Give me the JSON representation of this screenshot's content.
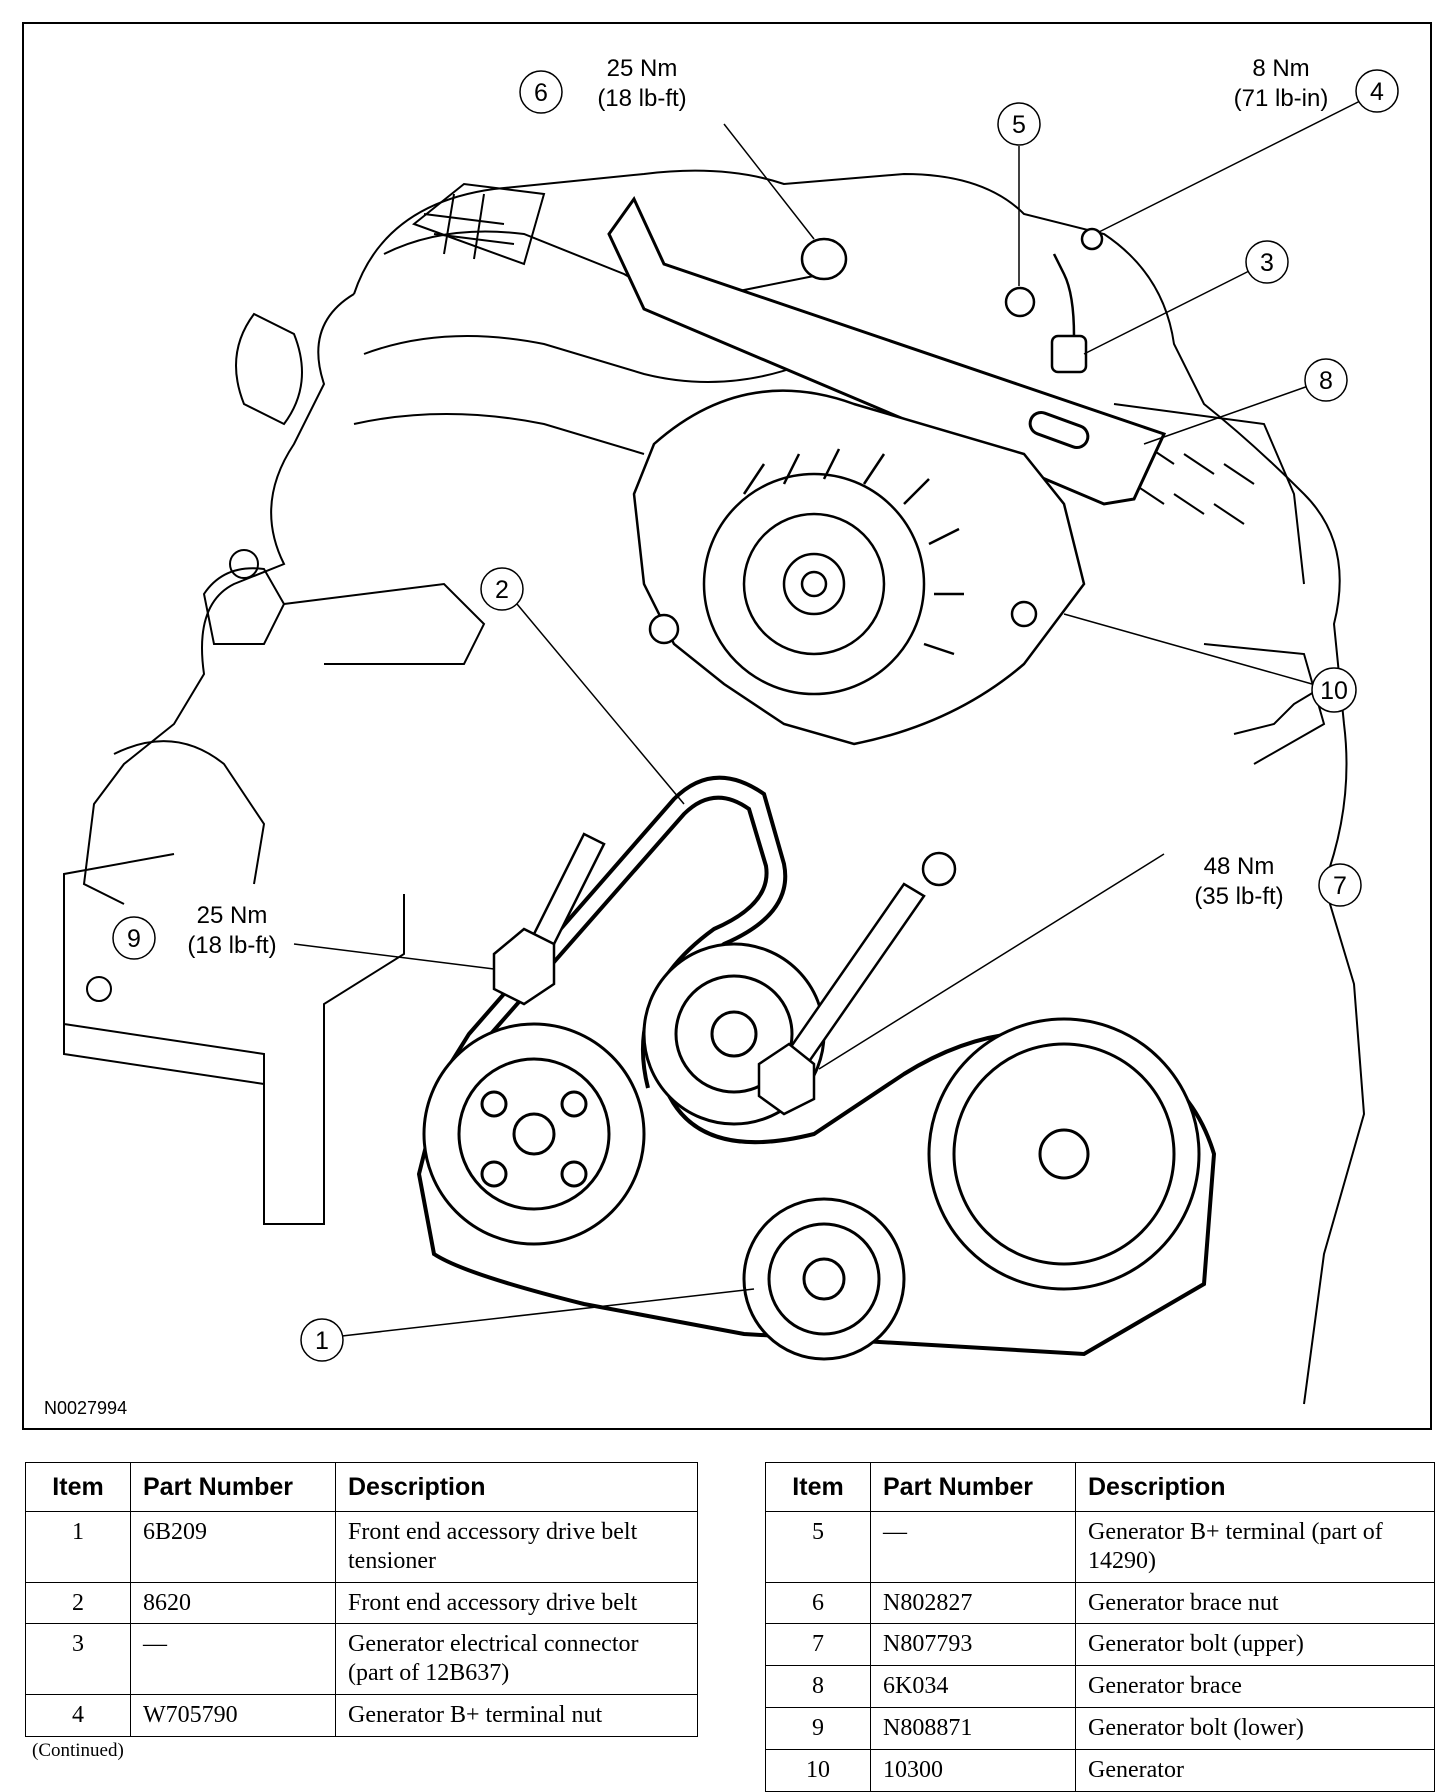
{
  "figure": {
    "figure_id": "N0027994",
    "callouts": [
      {
        "num": "1"
      },
      {
        "num": "2"
      },
      {
        "num": "3"
      },
      {
        "num": "4",
        "line1": "8 Nm",
        "line2": "(71 lb-in)"
      },
      {
        "num": "5"
      },
      {
        "num": "6",
        "line1": "25 Nm",
        "line2": "(18 lb-ft)"
      },
      {
        "num": "7",
        "line1": "48 Nm",
        "line2": "(35 lb-ft)"
      },
      {
        "num": "8"
      },
      {
        "num": "9",
        "line1": "25 Nm",
        "line2": "(18 lb-ft)"
      },
      {
        "num": "10"
      }
    ]
  },
  "table_headers": {
    "item": "Item",
    "part_number": "Part Number",
    "description": "Description"
  },
  "parts_left": [
    {
      "item": "1",
      "part_number": "6B209",
      "description": "Front end accessory drive belt tensioner"
    },
    {
      "item": "2",
      "part_number": "8620",
      "description": "Front end accessory drive belt"
    },
    {
      "item": "3",
      "part_number": "—",
      "description": "Generator electrical connector (part of 12B637)"
    },
    {
      "item": "4",
      "part_number": "W705790",
      "description": "Generator B+ terminal nut"
    }
  ],
  "parts_right": [
    {
      "item": "5",
      "part_number": "—",
      "description": "Generator B+ terminal (part of 14290)"
    },
    {
      "item": "6",
      "part_number": "N802827",
      "description": "Generator brace nut"
    },
    {
      "item": "7",
      "part_number": "N807793",
      "description": "Generator bolt (upper)"
    },
    {
      "item": "8",
      "part_number": "6K034",
      "description": "Generator brace"
    },
    {
      "item": "9",
      "part_number": "N808871",
      "description": "Generator bolt (lower)"
    },
    {
      "item": "10",
      "part_number": "10300",
      "description": "Generator"
    }
  ],
  "continued_note": "(Continued)"
}
